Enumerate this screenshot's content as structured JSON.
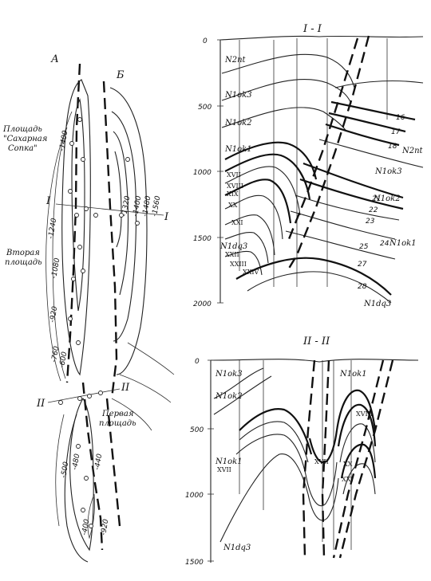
{
  "map": {
    "fault_a": "А",
    "fault_b": "Б",
    "area_sakharnaya": "Площадь\n\"Сахарная\nСопка\"",
    "area_second": "Вторая\nплощадь",
    "area_first": "Первая\nплощадь",
    "profile_i": "I",
    "profile_ii": "II",
    "contours": [
      "-1400",
      "-1240",
      "-1080",
      "-920",
      "-760",
      "-600",
      "-1320",
      "-1400",
      "-1480",
      "-1560",
      "-500",
      "-480",
      "-440",
      "-400",
      "-920"
    ]
  },
  "section_1": {
    "title": "I - I",
    "depth_ticks": [
      "0",
      "500",
      "1000",
      "1500",
      "2000"
    ],
    "formations": [
      "N2nt",
      "N1ok3",
      "N1ok2",
      "N1ok1",
      "N1dq3",
      "N2nt",
      "N1ok3",
      "N1ok2",
      "N1ok1",
      "N1dq3"
    ],
    "bed_numbers": [
      "16",
      "17",
      "18",
      "21",
      "22",
      "23",
      "24",
      "25",
      "27",
      "28"
    ],
    "horizons": [
      "XVII",
      "XVIII",
      "XIX",
      "XX",
      "XXI",
      "XXII",
      "XXIII",
      "XXIV"
    ]
  },
  "section_2": {
    "title": "II - II",
    "depth_ticks": [
      "0",
      "500",
      "1000",
      "1500"
    ],
    "formations": [
      "N1ok3",
      "N1ok2",
      "N1ok1",
      "N1dq3",
      "N1ok1"
    ],
    "horizons": [
      "XVII",
      "XVIII",
      "XVII",
      "XX",
      "XXI"
    ]
  }
}
